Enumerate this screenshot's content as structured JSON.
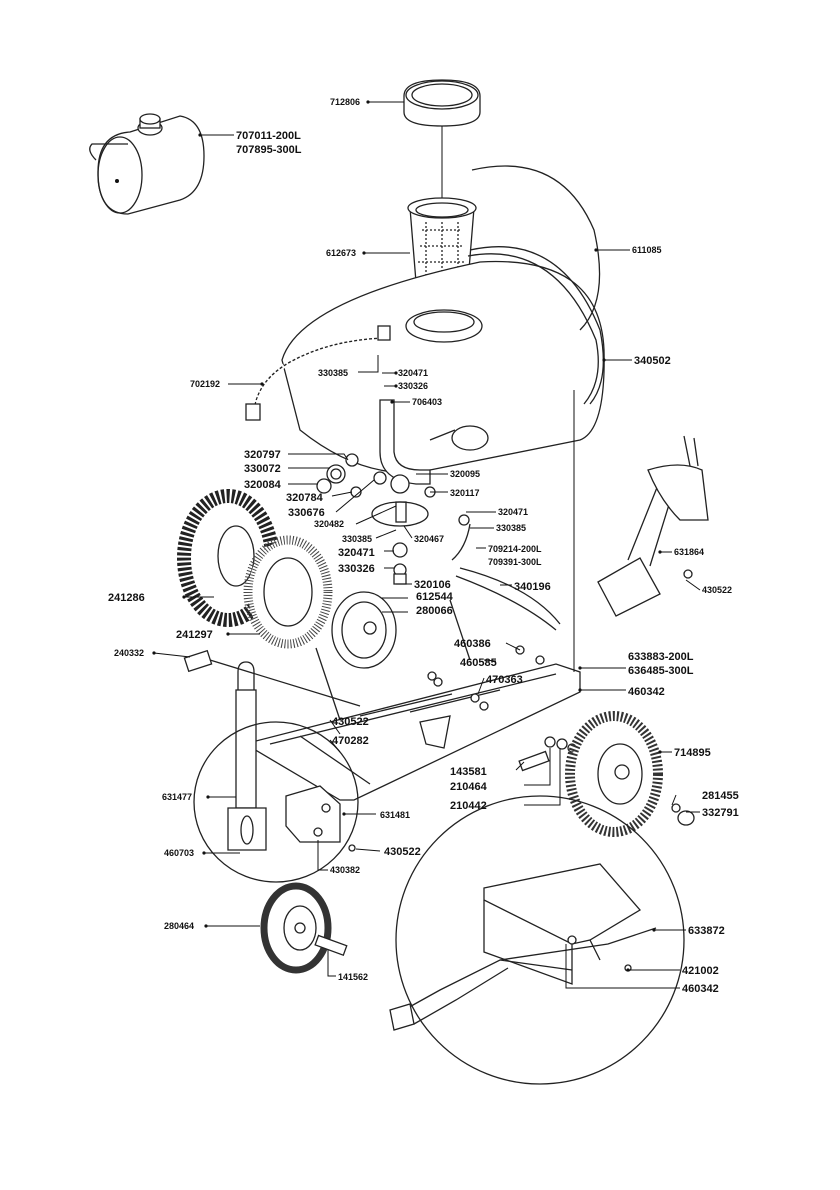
{
  "labels": {
    "l712806": "712806",
    "l707011": "707011-200L",
    "l707895": "707895-300L",
    "l612673": "612673",
    "l611085": "611085",
    "l340502": "340502",
    "l702192": "702192",
    "l330385a": "330385",
    "l320471a": "320471",
    "l330326a": "330326",
    "l706403": "706403",
    "l320797": "320797",
    "l330072": "330072",
    "l320084": "320084",
    "l320784": "320784",
    "l330676": "330676",
    "l320482": "320482",
    "l330385b": "330385",
    "l320467": "320467",
    "l320471b": "320471",
    "l330326b": "330326",
    "l320106": "320106",
    "l320095": "320095",
    "l320117": "320117",
    "l320471c": "320471",
    "l330385c": "330385",
    "l709214": "709214-200L",
    "l709391": "709391-300L",
    "l631864": "631864",
    "l430522a": "430522",
    "l340196": "340196",
    "l612544": "612544",
    "l280066": "280066",
    "l241286": "241286",
    "l241297": "241297",
    "l460386": "460386",
    "l460585": "460585",
    "l470363": "470363",
    "l633883": "633883-200L",
    "l636485": "636485-300L",
    "l460342a": "460342",
    "l240332": "240332",
    "l430522b": "430522",
    "l470282": "470282",
    "l714895": "714895",
    "l143581": "143581",
    "l210464": "210464",
    "l210442": "210442",
    "l281455": "281455",
    "l332791": "332791",
    "l631477": "631477",
    "l631481": "631481",
    "l460703": "460703",
    "l430522c": "430522",
    "l430382": "430382",
    "l280464": "280464",
    "l141562": "141562",
    "l633872": "633872",
    "l421002": "421002",
    "l460342b": "460342"
  }
}
